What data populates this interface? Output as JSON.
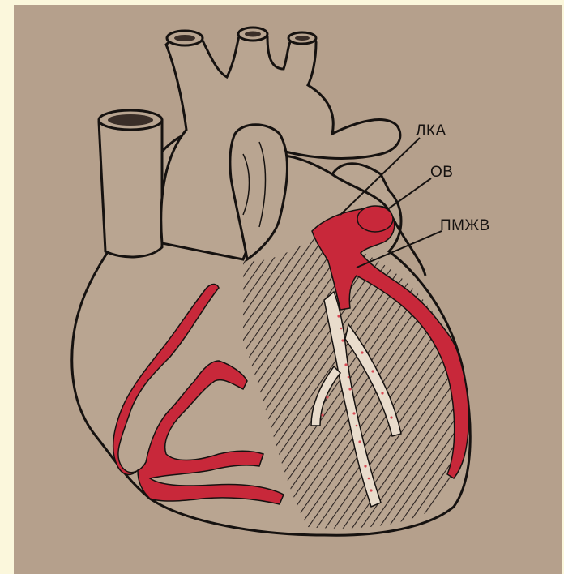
{
  "labels": {
    "lka": "ЛКА",
    "ov": "ОВ",
    "pmzhv": "ПМЖВ"
  },
  "colors": {
    "background": "#fbf7dc",
    "paper": "#b5a08c",
    "outline": "#161210",
    "artery": "#c8283a",
    "hatching": "#2a2220",
    "speckle": "#d94a55"
  },
  "icons": [
    "heart-illustration"
  ]
}
